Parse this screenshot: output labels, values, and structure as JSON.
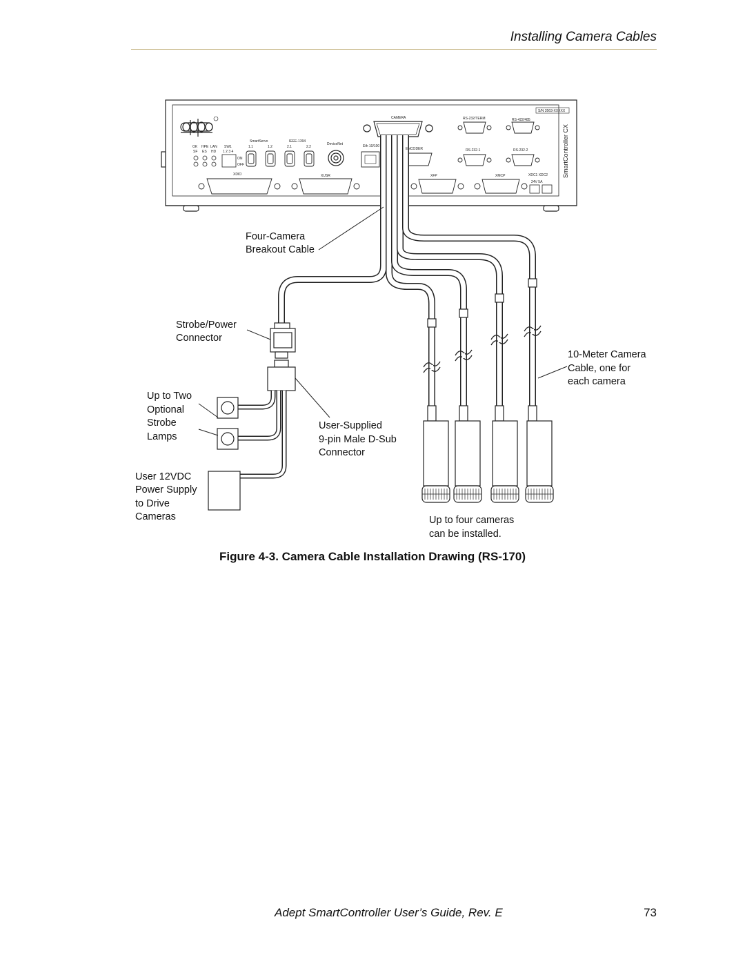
{
  "header": {
    "title": "Installing Camera Cables"
  },
  "diagram": {
    "controller": {
      "serial": "S/N 3563-XXXXX",
      "product": "SmartController CX",
      "ports": {
        "camera": "CAMERA",
        "rs232_term": "RS-232/TERM",
        "rs422": "RS-422/485",
        "smartserv": "SmartServo",
        "ieee1394": "IEEE-1394",
        "devicenet": "DeviceNet",
        "eth": "Eth 10/100",
        "encoder": "ENCODER",
        "rs232_1": "RS-232-1",
        "rs232_2": "RS-232-2",
        "xdio": "XDIO",
        "xusr": "XUSR",
        "xfp": "XFP",
        "xmcp": "XMCP",
        "xdc": "XDC1  XDC2",
        "sw1": "SW1",
        "ok": "OK",
        "hpe": "HPE",
        "lan": "LAN",
        "sf": "SF",
        "es": "ES",
        "hd": "HD",
        "p11": "1.1",
        "p12": "1.2",
        "p21": "2.1",
        "p22": "2.2",
        "dip": "1 2 3 4",
        "on": "ON",
        "off": "OFF",
        "v24": "24V    5A"
      }
    },
    "labels": {
      "breakout": [
        "Four-Camera",
        "Breakout Cable"
      ],
      "strobe_power": [
        "Strobe/Power",
        "Connector"
      ],
      "strobe_lamps": [
        "Up to Two",
        "Optional",
        "Strobe",
        "Lamps"
      ],
      "power_supply": [
        "User 12VDC",
        "Power Supply",
        "to Drive",
        "Cameras"
      ],
      "dsub": [
        "User-Supplied",
        "9-pin Male D-Sub",
        "Connector"
      ],
      "camera_cable": [
        "10-Meter Camera",
        "Cable, one for",
        "each camera"
      ],
      "cameras": [
        "Up to four cameras",
        "can be installed."
      ]
    }
  },
  "caption": "Figure 4-3. Camera Cable Installation Drawing (RS-170)",
  "footer": {
    "title": "Adept SmartController User’s Guide, Rev. E",
    "page": "73"
  }
}
